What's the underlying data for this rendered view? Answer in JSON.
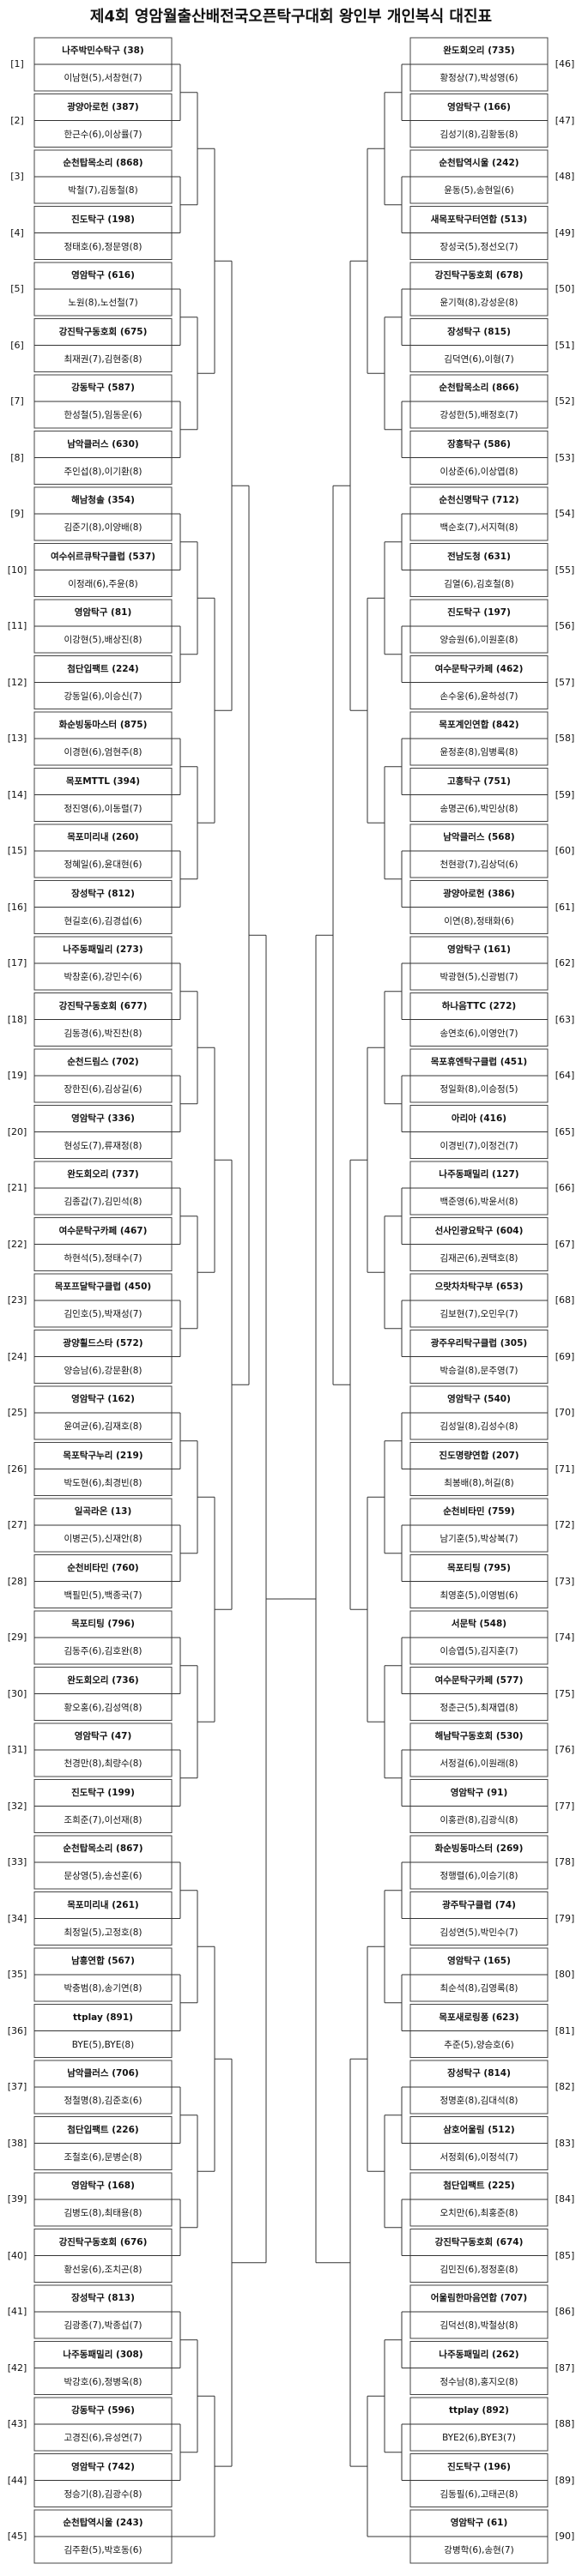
{
  "title": "제4회 영암월출산배전국오픈탁구대회 왕인부 개인복식 대진표",
  "left": [
    {
      "seed": "[1]",
      "a": "나주박민수탁구 (38)",
      "b": "이남현(5),서창현(7)"
    },
    {
      "seed": "[2]",
      "a": "광양아로헌 (387)",
      "b": "한근수(6),이상률(7)"
    },
    {
      "seed": "[3]",
      "a": "순천탑목소리 (868)",
      "b": "박철(7),김동철(8)"
    },
    {
      "seed": "[4]",
      "a": "진도탁구 (198)",
      "b": "정태호(6),정문영(8)"
    },
    {
      "seed": "[5]",
      "a": "영암탁구 (616)",
      "b": "노원(8),노선철(7)"
    },
    {
      "seed": "[6]",
      "a": "강진탁구동호회 (675)",
      "b": "최재권(7),김현중(8)"
    },
    {
      "seed": "[7]",
      "a": "강동탁구 (587)",
      "b": "한성철(5),임동운(6)"
    },
    {
      "seed": "[8]",
      "a": "남악클러스 (630)",
      "b": "주인섭(8),이기환(8)"
    },
    {
      "seed": "[9]",
      "a": "해남청솔 (354)",
      "b": "김준기(8),이양배(8)"
    },
    {
      "seed": "[10]",
      "a": "여수쉬르큐탁구클럽 (537)",
      "b": "이정래(6),주윤(8)"
    },
    {
      "seed": "[11]",
      "a": "영암탁구 (81)",
      "b": "이강현(5),배상진(8)"
    },
    {
      "seed": "[12]",
      "a": "첨단입팩트 (224)",
      "b": "강동일(6),이승신(7)"
    },
    {
      "seed": "[13]",
      "a": "화순빙동마스터 (875)",
      "b": "이경현(6),엄현주(8)"
    },
    {
      "seed": "[14]",
      "a": "목포MTTL (394)",
      "b": "정진영(6),이동렬(7)"
    },
    {
      "seed": "[15]",
      "a": "목포미리내 (260)",
      "b": "정혜일(6),윤대현(6)"
    },
    {
      "seed": "[16]",
      "a": "장성탁구 (812)",
      "b": "현길호(6),김경섭(6)"
    },
    {
      "seed": "[17]",
      "a": "나주동패밀리 (273)",
      "b": "박창훈(6),강민수(6)"
    },
    {
      "seed": "[18]",
      "a": "강진탁구동호회 (677)",
      "b": "김동경(6),박진찬(8)"
    },
    {
      "seed": "[19]",
      "a": "순천드림스 (702)",
      "b": "장한진(6),김상길(6)"
    },
    {
      "seed": "[20]",
      "a": "영암탁구 (336)",
      "b": "현성도(7),류재정(8)"
    },
    {
      "seed": "[21]",
      "a": "완도회오리 (737)",
      "b": "김종갑(7),김민석(8)"
    },
    {
      "seed": "[22]",
      "a": "여수문탁구카페 (467)",
      "b": "하현석(5),정태수(7)"
    },
    {
      "seed": "[23]",
      "a": "목포프달탁구클럽 (450)",
      "b": "김인호(5),박재성(7)"
    },
    {
      "seed": "[24]",
      "a": "광양휠드스타 (572)",
      "b": "양승남(6),강문환(8)"
    },
    {
      "seed": "[25]",
      "a": "영암탁구 (162)",
      "b": "윤여균(6),김재호(8)"
    },
    {
      "seed": "[26]",
      "a": "목포탁구누리 (219)",
      "b": "박도현(6),최경빈(8)"
    },
    {
      "seed": "[27]",
      "a": "일곡라온 (13)",
      "b": "이병곤(5),신재안(8)"
    },
    {
      "seed": "[28]",
      "a": "순천비타민 (760)",
      "b": "백필민(5),백종국(7)"
    },
    {
      "seed": "[29]",
      "a": "목포티팅 (796)",
      "b": "김동주(6),김호완(8)"
    },
    {
      "seed": "[30]",
      "a": "완도회오리 (736)",
      "b": "황오홍(6),김성역(8)"
    },
    {
      "seed": "[31]",
      "a": "영암탁구 (47)",
      "b": "천경만(8),최량수(8)"
    },
    {
      "seed": "[32]",
      "a": "진도탁구 (199)",
      "b": "조희준(7),이선재(8)"
    },
    {
      "seed": "[33]",
      "a": "순천탑목소리 (867)",
      "b": "문상영(5),송선훈(6)"
    },
    {
      "seed": "[34]",
      "a": "목포미리내 (261)",
      "b": "최정일(5),고정호(8)"
    },
    {
      "seed": "[35]",
      "a": "남흥연합 (567)",
      "b": "박충범(8),송기연(8)"
    },
    {
      "seed": "[36]",
      "a": "ttplay (891)",
      "b": "BYE(5),BYE(8)"
    },
    {
      "seed": "[37]",
      "a": "남악클러스 (706)",
      "b": "정철명(8),김준호(6)"
    },
    {
      "seed": "[38]",
      "a": "첨단입팩트 (226)",
      "b": "조철호(6),문병순(8)"
    },
    {
      "seed": "[39]",
      "a": "영암탁구 (168)",
      "b": "김병도(8),최태용(8)"
    },
    {
      "seed": "[40]",
      "a": "강진탁구동호회 (676)",
      "b": "황선웅(6),조치곤(8)"
    },
    {
      "seed": "[41]",
      "a": "장성탁구 (813)",
      "b": "김광종(7),박종섭(7)"
    },
    {
      "seed": "[42]",
      "a": "나주동패밀리 (308)",
      "b": "박강호(6),정병옥(8)"
    },
    {
      "seed": "[43]",
      "a": "강동탁구 (596)",
      "b": "고경진(6),유성연(7)"
    },
    {
      "seed": "[44]",
      "a": "영암탁구 (742)",
      "b": "정승기(8),김광수(8)"
    },
    {
      "seed": "[45]",
      "a": "순천탑역시울 (243)",
      "b": "김주환(5),박호동(6)"
    }
  ],
  "right": [
    {
      "seed": "[46]",
      "a": "완도회오리 (735)",
      "b": "황정상(7),박성영(6)"
    },
    {
      "seed": "[47]",
      "a": "영암탁구 (166)",
      "b": "김성기(8),김황동(8)"
    },
    {
      "seed": "[48]",
      "a": "순천탑역시울 (242)",
      "b": "윤동(5),송현일(6)"
    },
    {
      "seed": "[49]",
      "a": "새목포탁구터연합 (513)",
      "b": "장성국(5),정선오(7)"
    },
    {
      "seed": "[50]",
      "a": "강진탁구동호회 (678)",
      "b": "윤기혁(8),강성운(8)"
    },
    {
      "seed": "[51]",
      "a": "장성탁구 (815)",
      "b": "김덕연(6),이형(7)"
    },
    {
      "seed": "[52]",
      "a": "순천탑목소리 (866)",
      "b": "강성한(5),배정호(7)"
    },
    {
      "seed": "[53]",
      "a": "장흥탁구 (586)",
      "b": "이상준(6),이상엽(8)"
    },
    {
      "seed": "[54]",
      "a": "순천신명탁구 (712)",
      "b": "백순호(7),서지혁(8)"
    },
    {
      "seed": "[55]",
      "a": "전남도청 (631)",
      "b": "김열(6),김호철(8)"
    },
    {
      "seed": "[56]",
      "a": "진도탁구 (197)",
      "b": "양승원(6),이원훈(8)"
    },
    {
      "seed": "[57]",
      "a": "여수문탁구카페 (462)",
      "b": "손수웅(6),윤하성(7)"
    },
    {
      "seed": "[58]",
      "a": "목포계인연합 (842)",
      "b": "윤정훈(8),임병록(8)"
    },
    {
      "seed": "[59]",
      "a": "고흥탁구 (751)",
      "b": "송명곤(6),박민상(8)"
    },
    {
      "seed": "[60]",
      "a": "남악클러스 (568)",
      "b": "천현광(7),김상덕(6)"
    },
    {
      "seed": "[61]",
      "a": "광양아로헌 (386)",
      "b": "이연(8),정태화(6)"
    },
    {
      "seed": "[62]",
      "a": "영암탁구 (161)",
      "b": "박광현(5),신광범(7)"
    },
    {
      "seed": "[63]",
      "a": "하나음TTC (272)",
      "b": "송연호(6),이영안(7)"
    },
    {
      "seed": "[64]",
      "a": "목포휴엔탁구클럽 (451)",
      "b": "정일화(8),이승정(5)"
    },
    {
      "seed": "[65]",
      "a": "아리아 (416)",
      "b": "이경빈(7),이정건(7)"
    },
    {
      "seed": "[66]",
      "a": "나주동패밀리 (127)",
      "b": "백준영(6),박윤서(8)"
    },
    {
      "seed": "[67]",
      "a": "선사인광요탁구 (604)",
      "b": "김재곤(6),권택호(8)"
    },
    {
      "seed": "[68]",
      "a": "으랏차차탁구부 (653)",
      "b": "김보현(7),오민우(7)"
    },
    {
      "seed": "[69]",
      "a": "광주우리탁구클럽 (305)",
      "b": "박승걸(8),문주영(7)"
    },
    {
      "seed": "[70]",
      "a": "영암탁구 (540)",
      "b": "김성일(8),김성수(8)"
    },
    {
      "seed": "[71]",
      "a": "진도명량연합 (207)",
      "b": "최봉배(8),허길(8)"
    },
    {
      "seed": "[72]",
      "a": "순천비타민 (759)",
      "b": "남기훈(5),박상복(7)"
    },
    {
      "seed": "[73]",
      "a": "목포티팅 (795)",
      "b": "최영훈(5),이영범(6)"
    },
    {
      "seed": "[74]",
      "a": "서문탁 (548)",
      "b": "이승엽(5),김지훈(7)"
    },
    {
      "seed": "[75]",
      "a": "여수문탁구카페 (577)",
      "b": "정춘근(5),최재엽(8)"
    },
    {
      "seed": "[76]",
      "a": "해남탁구동호회 (530)",
      "b": "서정걸(6),이원래(8)"
    },
    {
      "seed": "[77]",
      "a": "영암탁구 (91)",
      "b": "이홍관(8),김광식(8)"
    },
    {
      "seed": "[78]",
      "a": "화순빙동마스터 (269)",
      "b": "정행렬(6),이승기(8)"
    },
    {
      "seed": "[79]",
      "a": "광주탁구클럽 (74)",
      "b": "김성연(5),박민수(7)"
    },
    {
      "seed": "[80]",
      "a": "영암탁구 (165)",
      "b": "최순석(8),김영록(8)"
    },
    {
      "seed": "[81]",
      "a": "목포새로링퐁 (623)",
      "b": "추준(5),양승호(6)"
    },
    {
      "seed": "[82]",
      "a": "장성탁구 (814)",
      "b": "정명훈(8),김대석(8)"
    },
    {
      "seed": "[83]",
      "a": "삼호어울림 (512)",
      "b": "서정회(6),이정석(7)"
    },
    {
      "seed": "[84]",
      "a": "첨단입팩트 (225)",
      "b": "오치만(6),최홍준(8)"
    },
    {
      "seed": "[85]",
      "a": "강진탁구동호회 (674)",
      "b": "김민진(6),정정훈(8)"
    },
    {
      "seed": "[86]",
      "a": "어울림한마음연합 (707)",
      "b": "김덕선(8),박철상(8)"
    },
    {
      "seed": "[87]",
      "a": "나주동패밀리 (262)",
      "b": "정수남(8),홍지오(8)"
    },
    {
      "seed": "[88]",
      "a": "ttplay (892)",
      "b": "BYE2(6),BYE3(7)"
    },
    {
      "seed": "[89]",
      "a": "진도탁구 (196)",
      "b": "김동필(6),고태곤(8)"
    },
    {
      "seed": "[90]",
      "a": "영암탁구 (61)",
      "b": "강병학(6),송현(7)"
    }
  ]
}
